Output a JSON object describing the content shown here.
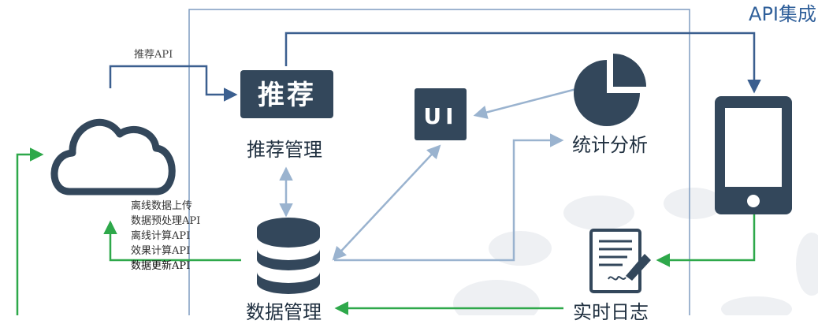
{
  "header": {
    "title": "API集成"
  },
  "nodes": {
    "recommend_tile": "推荐",
    "recommend_label": "推荐管理",
    "ui_tile": "UI",
    "stats_label": "统计分析",
    "data_label": "数据管理",
    "log_label": "实时日志"
  },
  "edges": {
    "recommend_api": "推荐API"
  },
  "cloud_apis": [
    "离线数据上传",
    "数据预处理API",
    "离线计算API",
    "效果计算API",
    "数据更新API"
  ],
  "colors": {
    "dark": "#33475b",
    "blue_arrow": "#3b5f8f",
    "light_arrow": "#9ab3cf",
    "green": "#2ea84a",
    "frame": "#7f9cc0"
  }
}
